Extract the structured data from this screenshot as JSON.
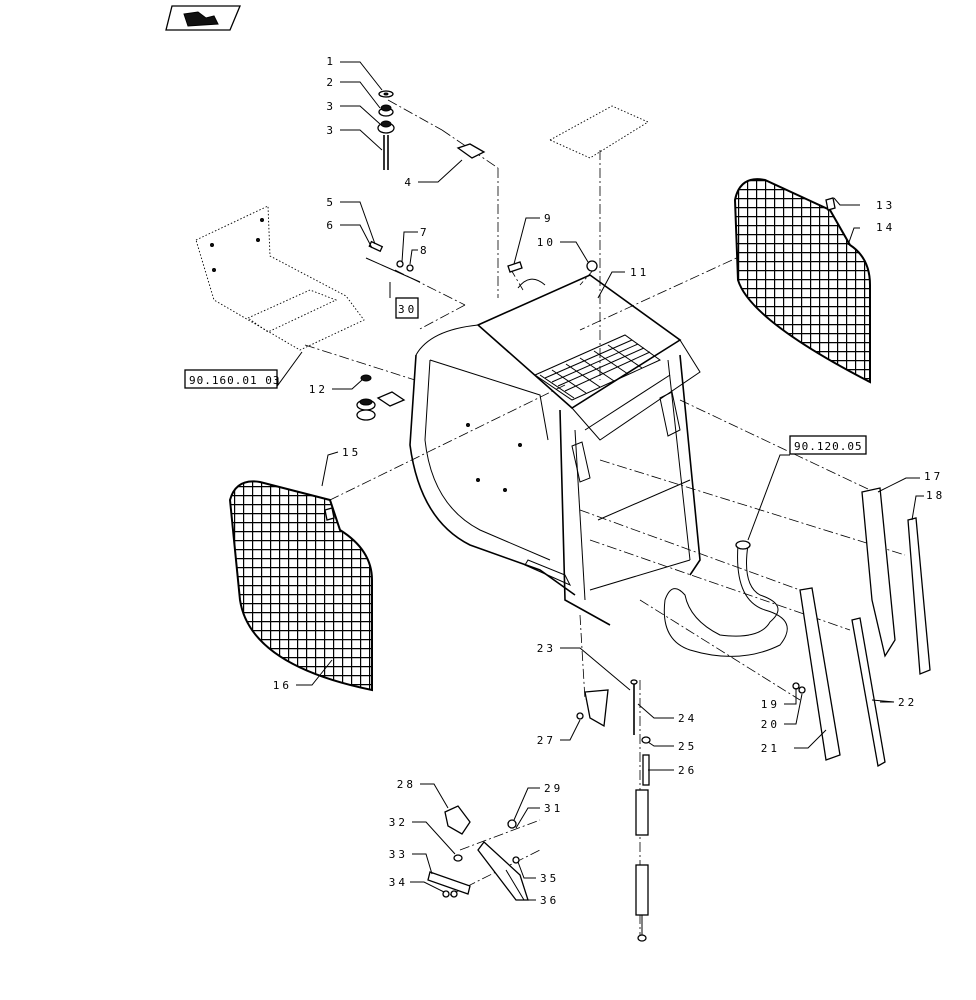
{
  "callouts": [
    {
      "id": "1",
      "label": "1"
    },
    {
      "id": "2",
      "label": "2"
    },
    {
      "id": "3a",
      "label": "3"
    },
    {
      "id": "3b",
      "label": "3"
    },
    {
      "id": "4",
      "label": "4"
    },
    {
      "id": "5",
      "label": "5"
    },
    {
      "id": "6",
      "label": "6"
    },
    {
      "id": "7",
      "label": "7"
    },
    {
      "id": "8",
      "label": "8"
    },
    {
      "id": "9",
      "label": "9"
    },
    {
      "id": "10",
      "label": "10"
    },
    {
      "id": "11",
      "label": "11"
    },
    {
      "id": "12",
      "label": "12"
    },
    {
      "id": "13",
      "label": "13"
    },
    {
      "id": "14",
      "label": "14"
    },
    {
      "id": "15",
      "label": "15"
    },
    {
      "id": "16",
      "label": "16"
    },
    {
      "id": "17",
      "label": "17"
    },
    {
      "id": "18",
      "label": "18"
    },
    {
      "id": "19",
      "label": "19"
    },
    {
      "id": "20",
      "label": "20"
    },
    {
      "id": "21",
      "label": "21"
    },
    {
      "id": "22",
      "label": "22"
    },
    {
      "id": "23",
      "label": "23"
    },
    {
      "id": "24",
      "label": "24"
    },
    {
      "id": "25",
      "label": "25"
    },
    {
      "id": "26",
      "label": "26"
    },
    {
      "id": "27",
      "label": "27"
    },
    {
      "id": "28",
      "label": "28"
    },
    {
      "id": "29",
      "label": "29"
    },
    {
      "id": "31",
      "label": "31"
    },
    {
      "id": "32",
      "label": "32"
    },
    {
      "id": "33",
      "label": "33"
    },
    {
      "id": "34",
      "label": "34"
    },
    {
      "id": "35",
      "label": "35"
    },
    {
      "id": "36",
      "label": "36"
    }
  ],
  "refs": {
    "box30": "30",
    "floor": "90.160.01 03",
    "hose": "90.120.05"
  }
}
